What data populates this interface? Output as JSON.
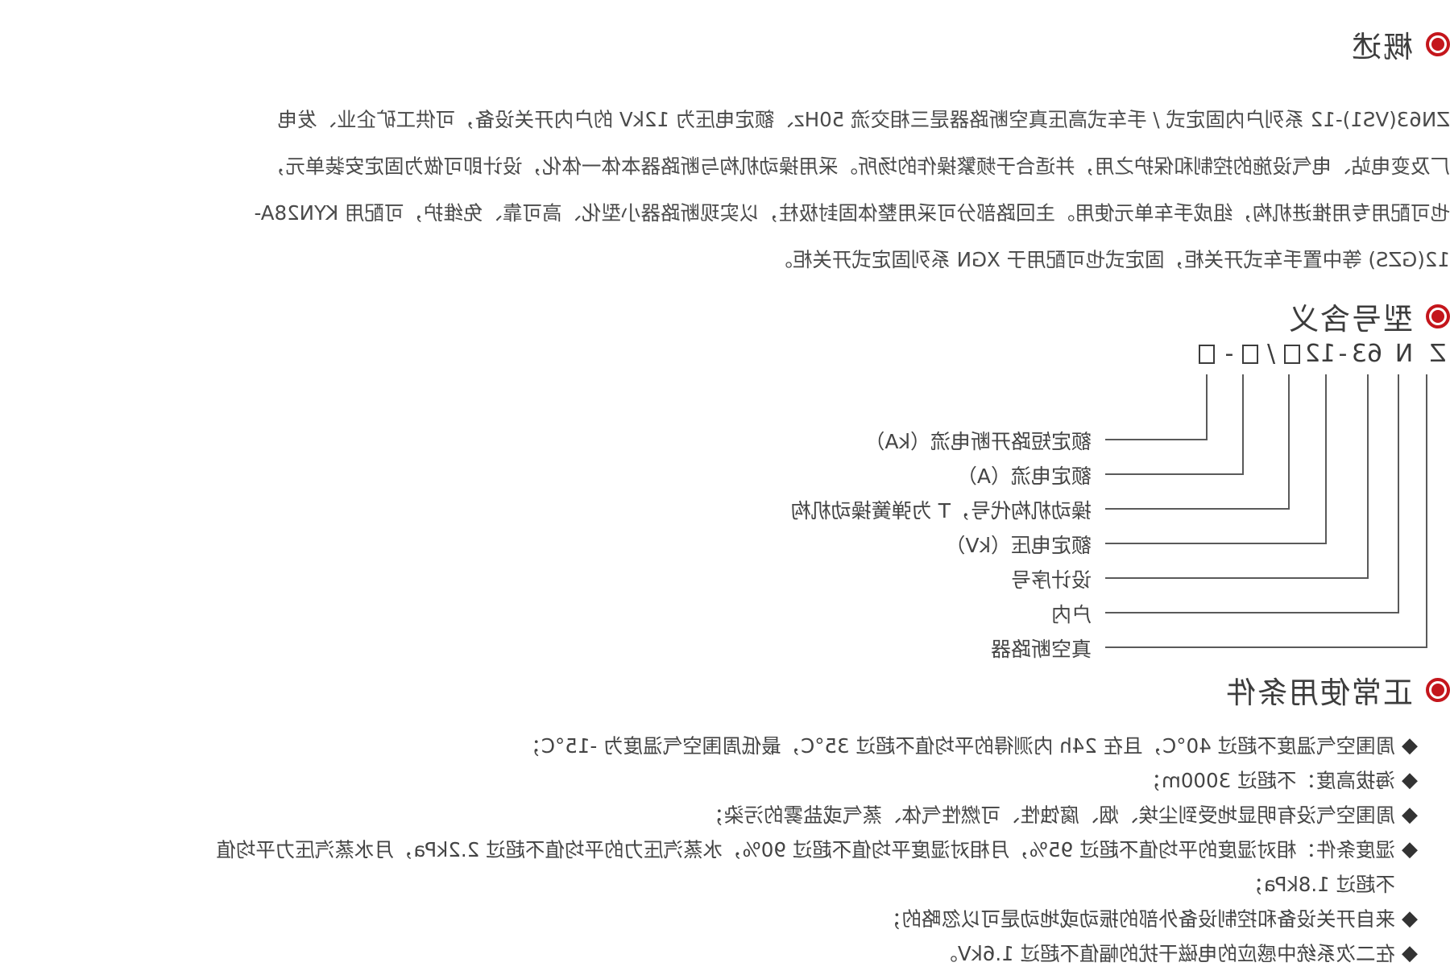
{
  "section1": {
    "title": "概述"
  },
  "overview_lines": [
    "ZN63(VS1)-12 系列户内固定式 / 手车式高压真空断路器是三相交流 50Hz、额定电压为 12kV 的户内开关设备，可供工矿企业、发电",
    "厂及变电站、电气设施的控制和保护之用，并适合于频繁操作的场所。采用操动机构与断路器本体一体化，设计即可做为固定安装单元，",
    "也可配用专用推进机构，组成手车单元使用。主回路部分可采用整体固封极柱，以实现断路器小型化、高可靠、免维护，可配用 KYN28A-",
    "12(GZS) 等中置手车式开关柜，固定式也可配用于 XGN 系列固定式开关柜。"
  ],
  "section2": {
    "title": "型号含义"
  },
  "model": {
    "parts": [
      "Z",
      "N",
      "63",
      "-",
      "12",
      "□",
      "/",
      "□",
      "-",
      "□"
    ]
  },
  "model_labels": [
    "真空断路器",
    "户内",
    "设计序号",
    "额定电压（kV）",
    "操动机构代号，T 为弹簧操动机构",
    "额定电流（A）",
    "额定短路开断电流（kA）"
  ],
  "section3": {
    "title": "正常使用条件"
  },
  "conditions": [
    "周围空气温度不超过 40°C，且在 24h 内测得的平均值不超过 35°C，最低周围空气温度为 -15°C；",
    "海拔高度：不超过 3000m；",
    "周围空气没有明显地受到尘埃、烟、腐蚀性、可燃性气体、蒸气或盐雾的污染；",
    "湿度条件：相对湿度的平均值不超过 95%，月相对湿度平均值不超过 90%，水蒸汽压力的平均值不超过 2.2kPa，月水蒸汽压力平均值",
    "来自开关设备和控制设备外部的振动或地动是可以忽略的；",
    "在二次系统中感应的电磁干扰的幅值不超过 1.6kV。"
  ],
  "condition_continuation": "不超过 1.8kPa；",
  "colors": {
    "accent": "#c4161c",
    "text": "#4a4a4a"
  },
  "icons": {
    "section_marker": "double-ring-icon",
    "bullet": "diamond-bullet-icon"
  }
}
